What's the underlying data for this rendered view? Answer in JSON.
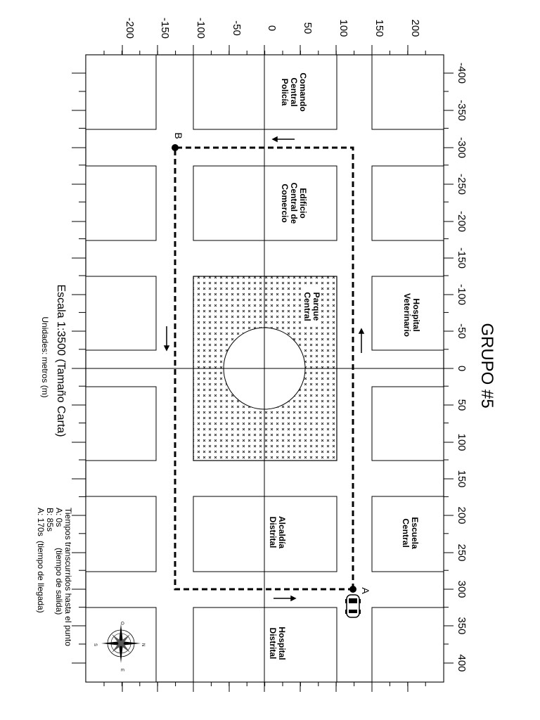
{
  "title": "GRUPO #5",
  "scale": {
    "text": "Escala 1:3500 (Tamaño Carta)",
    "units": "Unidades: metros (m)"
  },
  "axis_h": [
    "-400",
    "-350",
    "-300",
    "-250",
    "-200",
    "-150",
    "-100",
    "-50",
    "0",
    "50",
    "100",
    "150",
    "200",
    "250",
    "300",
    "350",
    "400"
  ],
  "axis_v": [
    "-200",
    "-150",
    "-100",
    "-50",
    "0",
    "50",
    "100",
    "150",
    "200"
  ],
  "buildings": {
    "comando": [
      "Comando",
      "Central",
      "Policía"
    ],
    "edificio": [
      "Edificio",
      "Central de",
      "Comercio"
    ],
    "parque": [
      "Parque",
      "Central"
    ],
    "veterinario": [
      "Hospital",
      "Veterinario"
    ],
    "alcaldia": [
      "Alcaldía",
      "Distrital"
    ],
    "escuela": [
      "Escuela",
      "Central"
    ],
    "hospital": [
      "Hospital",
      "Distrital"
    ]
  },
  "points": {
    "a": "A",
    "b": "B"
  },
  "times": {
    "heading": "Tiempos transcurridos hasta el punto",
    "a_start": "A: 0s",
    "a_start_note": "(tiempo de salida)",
    "b": "B: 85s",
    "a_end": "A: 170s",
    "a_end_note": "(tiempo de llegada)"
  },
  "compass": {
    "n": "N",
    "s": "S",
    "e": "E",
    "w": "O"
  }
}
